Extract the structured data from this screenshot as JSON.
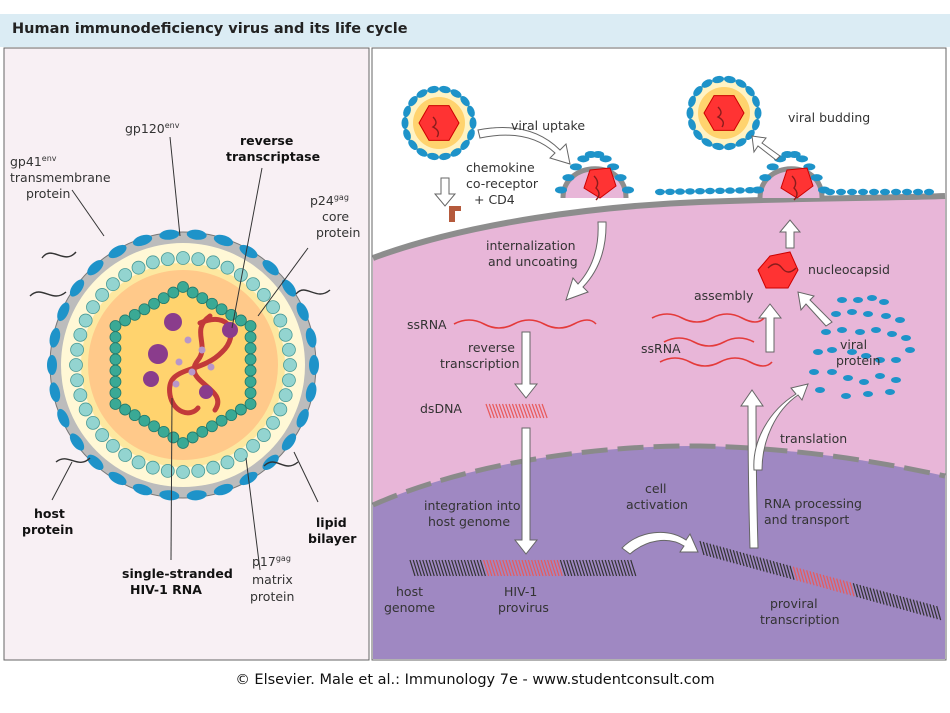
{
  "title": "Human immunodeficiency virus and its life cycle",
  "credit": "© Elsevier. Male et al.: Immunology 7e - www.studentconsult.com",
  "colors": {
    "title_bar": "#dbecf4",
    "virion_panel": "#f8f0f4",
    "cytoplasm": "#e8b6d8",
    "nucleus": "#9f88c2",
    "envelope_protein": "#1e93c9",
    "matrix": "#93d4d0",
    "core": "#3aa995",
    "capsid": "#ff3333",
    "rna": "#c23a3a",
    "enzyme": "#8a3c8c"
  },
  "virion": {
    "gp41_label": [
      "gp41",
      "env",
      "transmembrane",
      "protein"
    ],
    "gp120_label": [
      "gp120",
      "env"
    ],
    "rt_label": [
      "reverse",
      "transcriptase"
    ],
    "p24_label": [
      "p24",
      "gag",
      "core",
      "protein"
    ],
    "host_protein_label": [
      "host",
      "protein"
    ],
    "lipid_label": [
      "lipid",
      "bilayer"
    ],
    "rna_label": [
      "single-stranded",
      "HIV-1 RNA"
    ],
    "p17_label": [
      "p17",
      "gag",
      "matrix",
      "protein"
    ]
  },
  "cycle": {
    "viral_uptake": "viral uptake",
    "coreceptor": [
      "chemokine",
      "co-receptor",
      "+ CD4"
    ],
    "internalization": [
      "internalization",
      "and uncoating"
    ],
    "ssrna_left": "ssRNA",
    "reverse_transcription": [
      "reverse",
      "transcription"
    ],
    "dsdna": "dsDNA",
    "integration": [
      "integration into",
      "host genome"
    ],
    "host_genome": [
      "host",
      "genome"
    ],
    "provirus": [
      "HIV-1",
      "provirus"
    ],
    "cell_activation": [
      "cell",
      "activation"
    ],
    "rna_processing": [
      "RNA processing",
      "and transport"
    ],
    "proviral_transcription": [
      "proviral",
      "transcription"
    ],
    "translation": "translation",
    "ssrna_right": "ssRNA",
    "viral_protein": [
      "viral",
      "protein"
    ],
    "assembly": "assembly",
    "nucleocapsid": "nucleocapsid",
    "viral_budding": "viral budding"
  }
}
